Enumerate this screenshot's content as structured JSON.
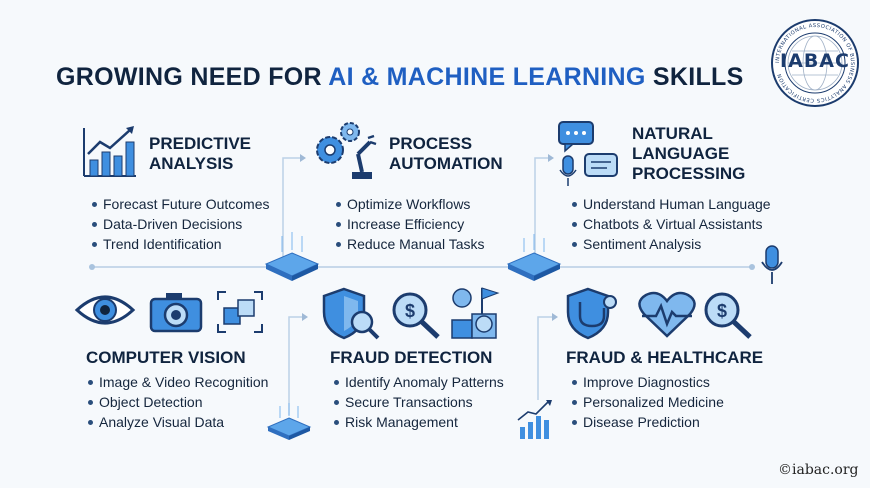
{
  "title": {
    "part1": "GROWING NEED FOR ",
    "part2": "AI & MACHINE LEARNING",
    "part3": " SKILLS"
  },
  "logo": {
    "text": "IABAC",
    "ring_text": "INTERNATIONAL ASSOCIATION OF BUSINESS ANALYTICS CERTIFICATION"
  },
  "sections": [
    {
      "title_lines": [
        "PREDICTIVE",
        "ANALYSIS"
      ],
      "items": [
        "Forecast Future Outcomes",
        "Data-Driven Decisions",
        "Trend Identification"
      ]
    },
    {
      "title_lines": [
        "PROCESS",
        "AUTOMATION"
      ],
      "items": [
        "Optimize Workflows",
        "Increase Efficiency",
        "Reduce Manual Tasks"
      ]
    },
    {
      "title_lines": [
        "NATURAL",
        "LANGUAGE",
        "PROCESSING"
      ],
      "items": [
        "Understand Human Language",
        "Chatbots & Virtual Assistants",
        "Sentiment Analysis"
      ]
    },
    {
      "title_lines": [
        "COMPUTER VISION"
      ],
      "items": [
        "Image & Video Recognition",
        "Object Detection",
        "Analyze Visual Data"
      ]
    },
    {
      "title_lines": [
        "FRAUD DETECTION"
      ],
      "items": [
        "Identify Anomaly Patterns",
        "Secure Transactions",
        "Risk Management"
      ]
    },
    {
      "title_lines": [
        "FRAUD & HEALTHCARE"
      ],
      "items": [
        "Improve Diagnostics",
        "Personalized Medicine",
        "Disease Prediction"
      ]
    }
  ],
  "watermark": "©iabac.org",
  "colors": {
    "navy": "#10243f",
    "accent": "#1f5fc2",
    "icon_fill": "#3f8fe0",
    "icon_light": "#bcdcf7"
  }
}
